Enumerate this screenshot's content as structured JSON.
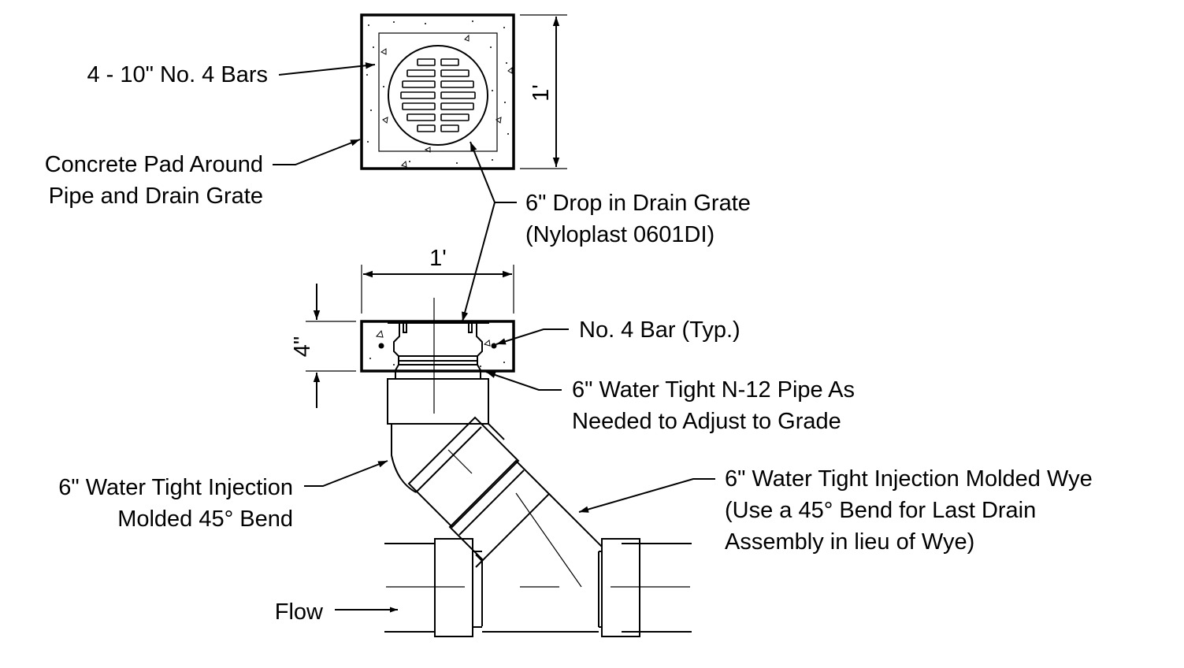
{
  "labels": {
    "bars": "4 - 10\" No. 4 Bars",
    "pad_line1": "Concrete Pad Around",
    "pad_line2": "Pipe and Drain Grate",
    "grate_line1": "6\" Drop in Drain Grate",
    "grate_line2": "(Nyloplast 0601DI)",
    "bar_typ": "No. 4 Bar (Typ.)",
    "pipe_line1": "6\" Water Tight N-12 Pipe As",
    "pipe_line2": "Needed to Adjust to Grade",
    "bend_line1": "6\" Water Tight Injection",
    "bend_line2": "Molded 45° Bend",
    "wye_line1": "6\" Water Tight Injection Molded Wye",
    "wye_line2": "(Use a 45° Bend for Last Drain",
    "wye_line3": "Assembly in lieu of Wye)",
    "flow": "Flow"
  },
  "dimensions": {
    "plan_height": "1'",
    "section_width": "1'",
    "section_depth": "4\""
  }
}
